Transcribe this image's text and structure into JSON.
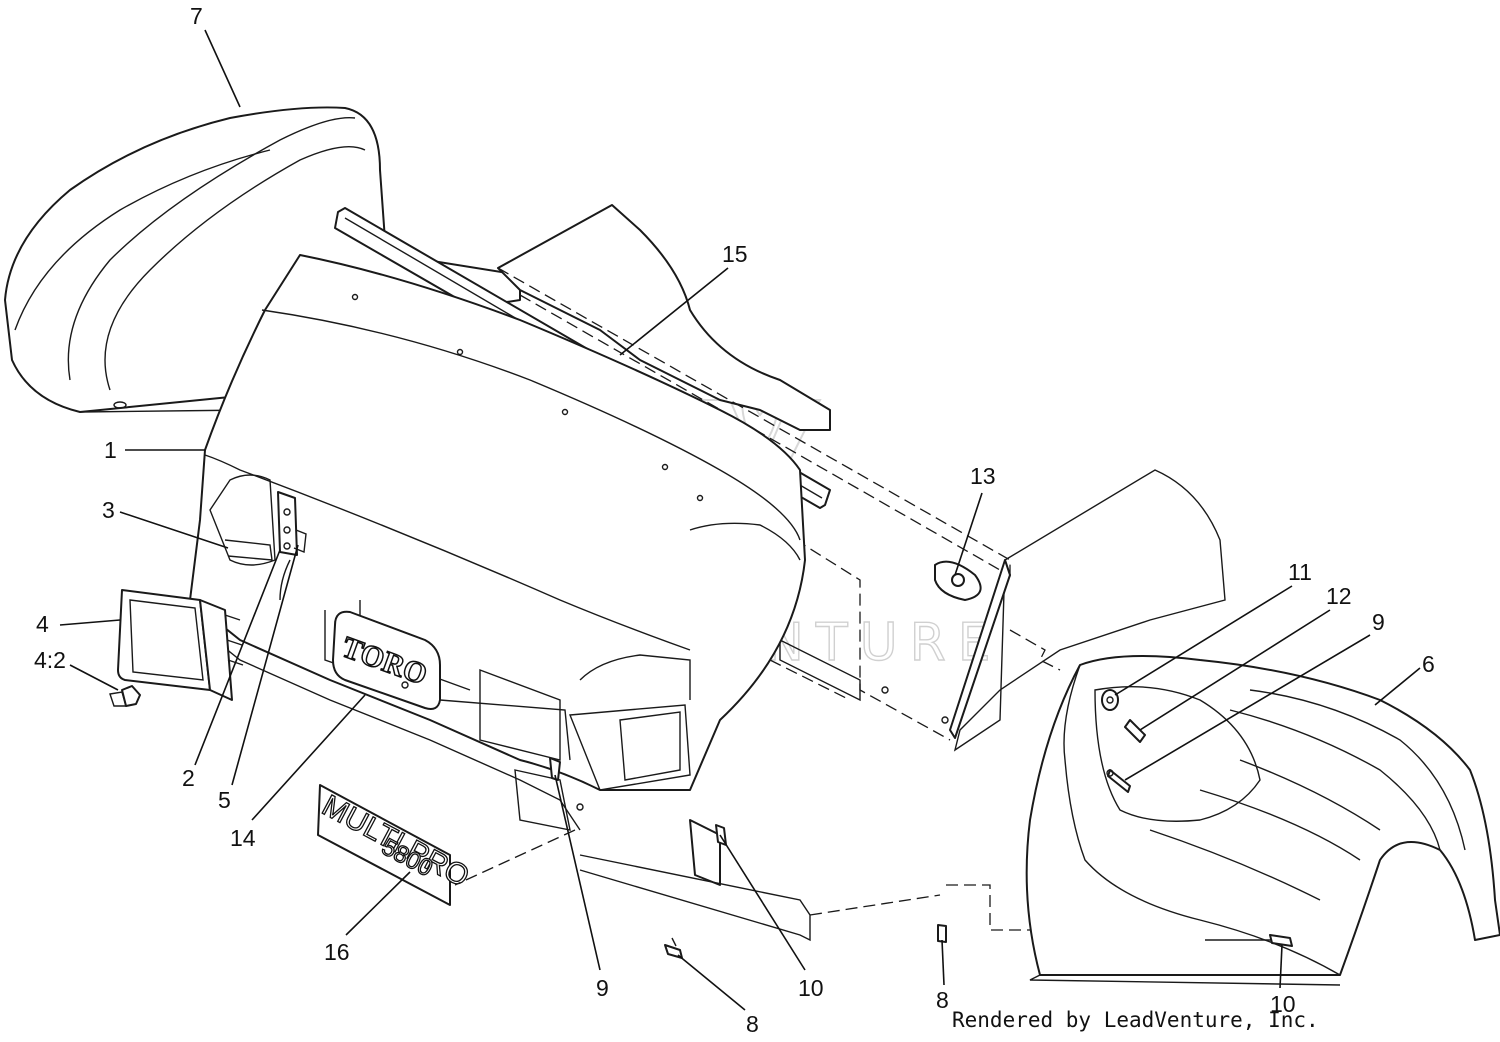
{
  "diagram": {
    "callouts": [
      {
        "label": "7"
      },
      {
        "label": "15"
      },
      {
        "label": "1"
      },
      {
        "label": "3"
      },
      {
        "label": "13"
      },
      {
        "label": "11"
      },
      {
        "label": "12"
      },
      {
        "label": "9"
      },
      {
        "label": "6"
      },
      {
        "label": "4"
      },
      {
        "label": "4:2"
      },
      {
        "label": "2"
      },
      {
        "label": "5"
      },
      {
        "label": "14"
      },
      {
        "label": "16"
      },
      {
        "label": "9"
      },
      {
        "label": "10"
      },
      {
        "label": "8"
      },
      {
        "label": "8"
      },
      {
        "label": "10"
      }
    ],
    "logo_text": "TORO",
    "decal_line1": "MULTI PRO",
    "decal_line2": "5800",
    "watermark": "LEADVENTURE",
    "credit": "Rendered by LeadVenture, Inc."
  }
}
